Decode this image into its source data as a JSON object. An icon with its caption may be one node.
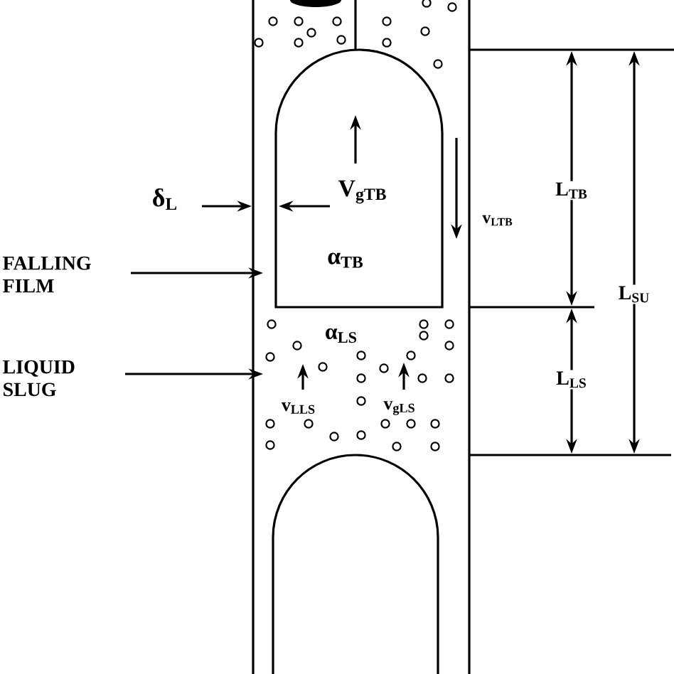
{
  "diagram": {
    "nodes": [
      {
        "text": [
          "FALLING FILM"
        ]
      },
      {
        "text": [
          "LIQUID SLUG"
        ]
      }
    ],
    "edges": [
      {
        "from": 0,
        "to": null,
        "arrow": "to"
      },
      {
        "from": 1,
        "to": null,
        "arrow": "to"
      }
    ],
    "labels": [
      "δ$_{L}$",
      "V$_{gTB}$",
      "v$_{LTB}$",
      "L$_{TB}$",
      "α$_{TB}$",
      "L$_{SU}$",
      "α$_{LS}$",
      "L$_{LS}$",
      "v$_{LLS}$",
      "v$_{gLS}$"
    ]
  }
}
